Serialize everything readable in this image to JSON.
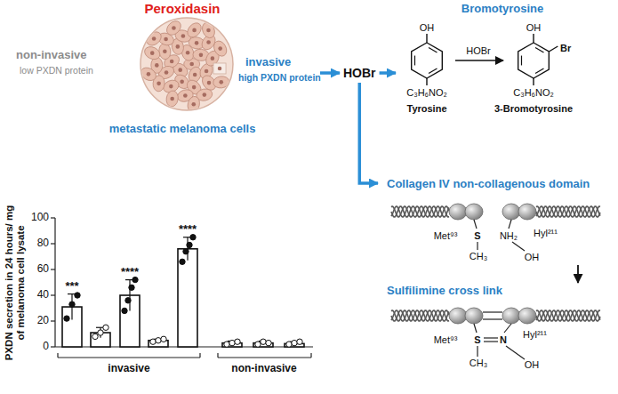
{
  "diagram": {
    "nodes": [
      {
        "text": [
          "Peroxidasin",
          "non-invasive",
          "low PXDN protein",
          "invasive",
          "high PXDN protein",
          "metastatic melanoma cells"
        ]
      },
      {
        "text": [
          "HOBr"
        ]
      },
      {
        "text": [
          "Bromotyrosine"
        ]
      },
      {
        "text": [
          "Collagen IV non-collagenous domain"
        ]
      },
      {
        "text": [
          "Sulfilimine cross link"
        ]
      }
    ],
    "edges": [
      {
        "from": 0,
        "to": 1,
        "arrow": "to"
      },
      {
        "from": 1,
        "to": 2,
        "arrow": "to"
      },
      {
        "from": 1,
        "to": 3,
        "arrow": "to"
      },
      {
        "from": 3,
        "to": 4,
        "arrow": "to"
      }
    ],
    "labels": [
      "OH",
      "C₃H₆NO₂",
      "Tyrosine",
      "HOBr",
      "OH",
      "Br",
      "C₃H₆NO₂",
      "3-Bromotyrosine",
      "Met⁹³",
      "S",
      "CH₃",
      "Hyl²¹¹",
      "NH₂",
      "OH",
      "Met⁹³",
      "S",
      "N",
      "CH₃",
      "Hyl²¹¹",
      "OH",
      "PXDN secretion in 24 hours/ mg of melanoma cell lysate",
      "0",
      "20",
      "40",
      "60",
      "80",
      "100",
      "***",
      "****",
      "****",
      "invasive",
      "non-invasive"
    ]
  }
}
